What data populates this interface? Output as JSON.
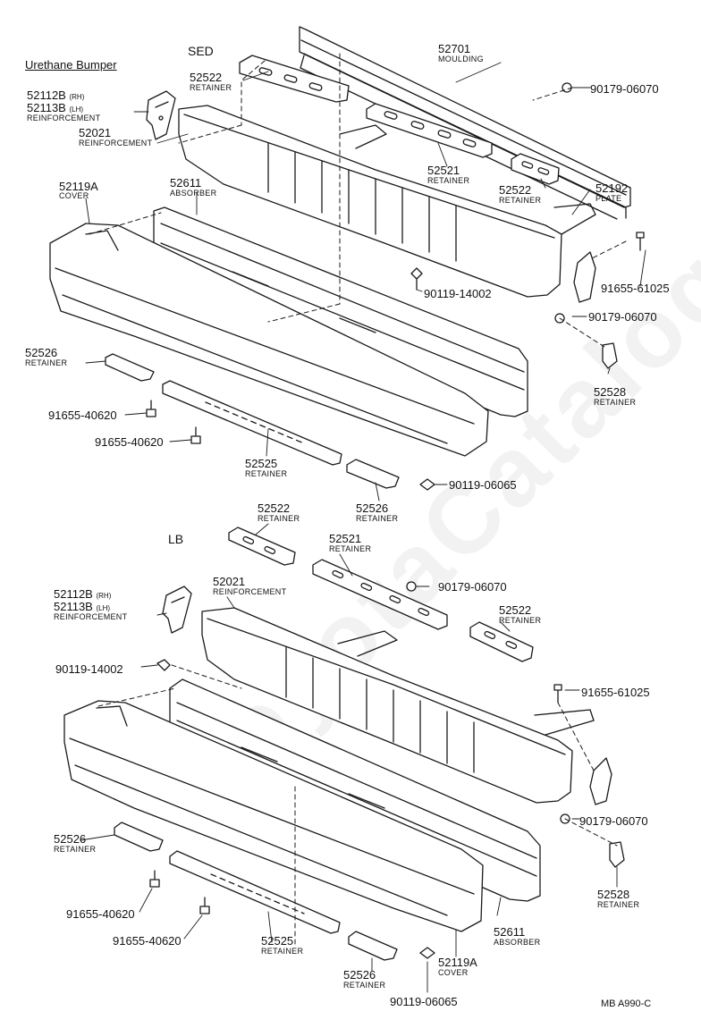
{
  "title": "Urethane Bumper",
  "section_sed": "SED",
  "section_lb": "LB",
  "diagram_code": "MB A990-C",
  "watermark": "ToyotaCatalog.ru",
  "sed": {
    "p52701": {
      "part": "52701",
      "name": "MOULDING"
    },
    "p90179a": {
      "part": "90179-06070"
    },
    "p52522a": {
      "part": "52522",
      "name": "RETAINER"
    },
    "p52112": {
      "part": "52112B",
      "note": "(RH)"
    },
    "p52113": {
      "part": "52113B",
      "note": "(LH)",
      "name": "REINFORCEMENT"
    },
    "p52021": {
      "part": "52021",
      "name": "REINFORCEMENT"
    },
    "p52521": {
      "part": "52521",
      "name": "RETAINER"
    },
    "p52119": {
      "part": "52119A",
      "name": "COVER"
    },
    "p52611": {
      "part": "52611",
      "name": "ABSORBER"
    },
    "p52522b": {
      "part": "52522",
      "name": "RETAINER"
    },
    "p52192": {
      "part": "52192",
      "name": "PLATE"
    },
    "p91655a": {
      "part": "91655-61025"
    },
    "p90119a": {
      "part": "90119-14002"
    },
    "p90179b": {
      "part": "90179-06070"
    },
    "p52526a": {
      "part": "52526",
      "name": "RETAINER"
    },
    "p52528": {
      "part": "52528",
      "name": "RETAINER"
    },
    "p91655b": {
      "part": "91655-40620"
    },
    "p91655c": {
      "part": "91655-40620"
    },
    "p52525": {
      "part": "52525",
      "name": "RETAINER"
    },
    "p90119b": {
      "part": "90119-06065"
    },
    "p52526b": {
      "part": "52526",
      "name": "RETAINER"
    }
  },
  "lb": {
    "p52522a": {
      "part": "52522",
      "name": "RETAINER"
    },
    "p52521": {
      "part": "52521",
      "name": "RETAINER"
    },
    "p52021": {
      "part": "52021",
      "name": "REINFORCEMENT"
    },
    "p90179a": {
      "part": "90179-06070"
    },
    "p52112": {
      "part": "52112B",
      "note": "(RH)"
    },
    "p52113": {
      "part": "52113B",
      "note": "(LH)",
      "name": "REINFORCEMENT"
    },
    "p52522b": {
      "part": "52522",
      "name": "RETAINER"
    },
    "p90119a": {
      "part": "90119-14002"
    },
    "p91655a": {
      "part": "91655-61025"
    },
    "p90179b": {
      "part": "90179-06070"
    },
    "p52526a": {
      "part": "52526",
      "name": "RETAINER"
    },
    "p52528": {
      "part": "52528",
      "name": "RETAINER"
    },
    "p91655b": {
      "part": "91655-40620"
    },
    "p91655c": {
      "part": "91655-40620"
    },
    "p52525": {
      "part": "52525",
      "name": "RETAINER"
    },
    "p52611": {
      "part": "52611",
      "name": "ABSORBER"
    },
    "p52119": {
      "part": "52119A",
      "name": "COVER"
    },
    "p52526b": {
      "part": "52526",
      "name": "RETAINER"
    },
    "p90119b": {
      "part": "90119-06065"
    }
  }
}
